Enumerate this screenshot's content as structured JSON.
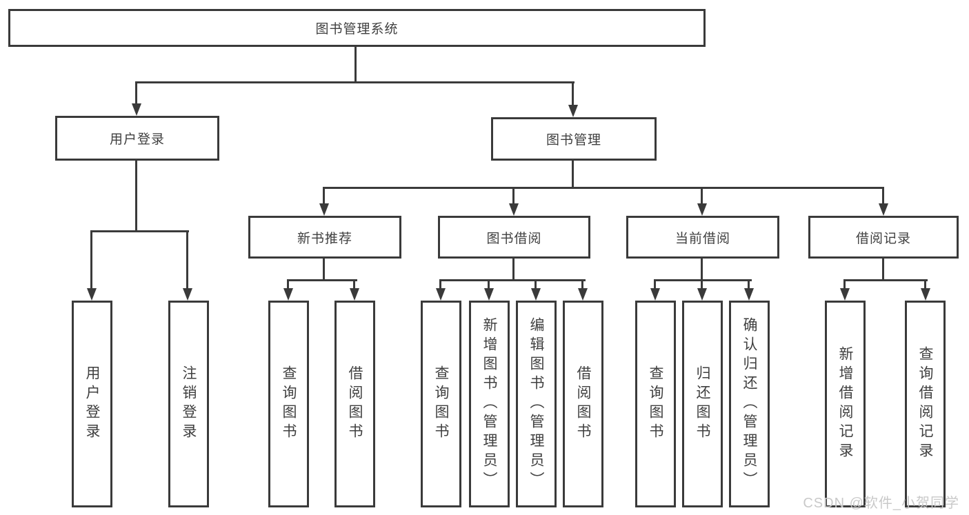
{
  "diagram": {
    "title": "图书管理系统",
    "root": {
      "label": "图书管理系统"
    },
    "level2": {
      "user_login": {
        "label": "用户登录"
      },
      "book_mgmt": {
        "label": "图书管理"
      }
    },
    "level3": {
      "new_books": {
        "label": "新书推荐"
      },
      "book_borrow": {
        "label": "图书借阅"
      },
      "current_borrow": {
        "label": "当前借阅"
      },
      "borrow_records": {
        "label": "借阅记录"
      }
    },
    "leaves": {
      "user_login": [
        "用户登录",
        "注销登录"
      ],
      "new_books": [
        "查询图书",
        "借阅图书"
      ],
      "book_borrow": [
        "查询图书",
        "新增图书（管理员）",
        "编辑图书（管理员）",
        "借阅图书"
      ],
      "current_borrow": [
        "查询图书",
        "归还图书",
        "确认归还（管理员）"
      ],
      "borrow_records": [
        "新增借阅记录",
        "查询借阅记录"
      ]
    },
    "colors": {
      "line": "#3a3a3a",
      "text": "#3f3f3f",
      "background": "#ffffff",
      "watermark_text": "#c9c9c9"
    }
  },
  "watermark": {
    "text": "CSDN @软件_小贺同学"
  }
}
